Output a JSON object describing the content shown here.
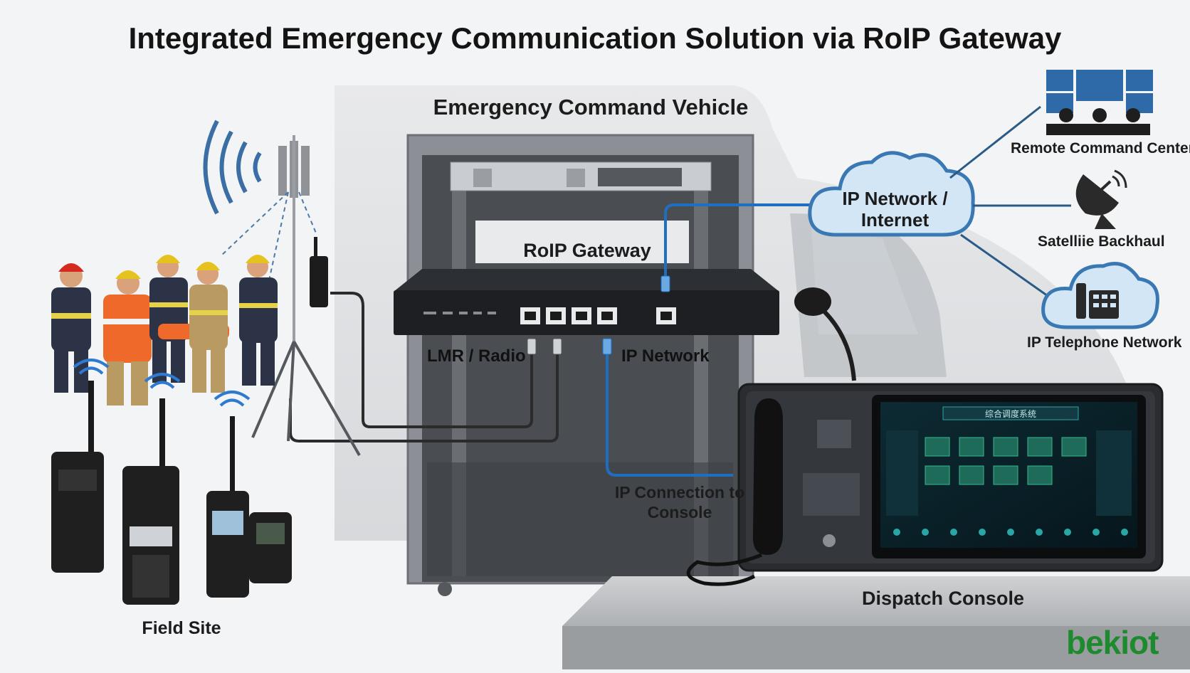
{
  "title": "Integrated Emergency Communication Solution via RoIP Gateway",
  "vehicle": {
    "label": "Emergency Command Vehicle"
  },
  "gateway": {
    "label": "RoIP Gateway"
  },
  "connections": {
    "lmr_radio": "LMR / Radio",
    "ip_network": "IP Network",
    "ip_console": "IP Connection to Console"
  },
  "network": {
    "cloud_label": "IP Network / Internet",
    "remote_command_center": "Remote Command Center",
    "satellite_backhaul": "Satelliie Backhaul",
    "ip_telephone_network": "IP Telephone Network"
  },
  "console": {
    "label": "Dispatch Console",
    "screen_title": "综合调度系统"
  },
  "field": {
    "label": "Field Site"
  },
  "brand": {
    "logo_text": "bekiot"
  },
  "colors": {
    "ip_link": "#1e6fbf",
    "radio_link": "#2b2b2b",
    "cloud_fill": "#d3e6f6",
    "cloud_stroke": "#3a78b4",
    "rack": "#8c9096",
    "vest": "#ef6a2a",
    "brand_green": "#1e8a2e",
    "brand_red": "#d42a20"
  }
}
